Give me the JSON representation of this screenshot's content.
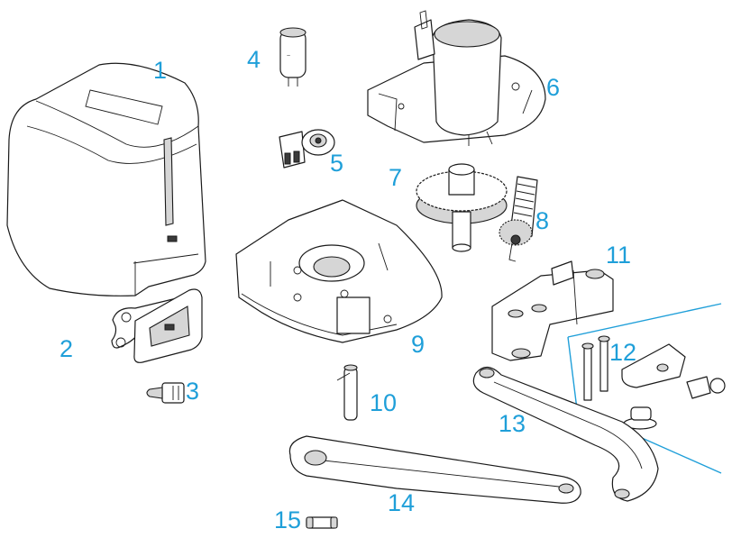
{
  "accent_color": "#1f9fd9",
  "parts": [
    {
      "number": "1"
    },
    {
      "number": "2"
    },
    {
      "number": "3"
    },
    {
      "number": "4"
    },
    {
      "number": "5"
    },
    {
      "number": "6"
    },
    {
      "number": "7"
    },
    {
      "number": "8"
    },
    {
      "number": "9"
    },
    {
      "number": "10"
    },
    {
      "number": "11"
    },
    {
      "number": "12"
    },
    {
      "number": "13"
    },
    {
      "number": "14"
    },
    {
      "number": "15"
    }
  ]
}
